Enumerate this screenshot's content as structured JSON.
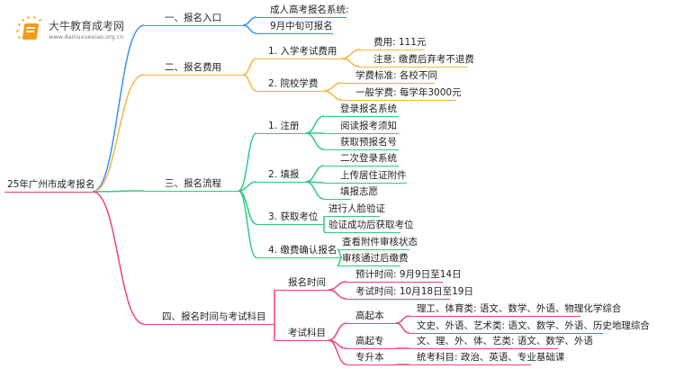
{
  "logo": {
    "name": "大牛教育成考网",
    "url": "www.daniuxuexiao.org.cn"
  },
  "colors": {
    "entry": "#3d8ef5",
    "fee": "#f5b53d",
    "process": "#2ecc80",
    "schedule": "#f0407f"
  },
  "root": "25年广州市成考报名",
  "branches": {
    "entry": {
      "label": "一、报名入口",
      "items": [
        "成人高考报名系统:",
        "9月中旬可报名"
      ]
    },
    "fee": {
      "label": "二、报名费用",
      "exam_fee": {
        "label": "1. 入学考试费用",
        "items": [
          "费用: 111元",
          "注意: 缴费后弃考不退费"
        ]
      },
      "tuition": {
        "label": "2. 院校学费",
        "items": [
          "学费标准: 各校不同",
          "一般学费: 每学年3000元"
        ]
      }
    },
    "process": {
      "label": "三、报名流程",
      "steps": [
        {
          "label": "1. 注册",
          "items": [
            "登录报名系统",
            "阅读报考须知",
            "获取预报名号"
          ]
        },
        {
          "label": "2. 填报",
          "items": [
            "二次登录系统",
            "上传居住证附件",
            "填报志愿"
          ]
        },
        {
          "label": "3. 获取考位",
          "items": [
            "进行人脸验证",
            "验证成功后获取考位"
          ]
        },
        {
          "label": "4. 缴费确认报名",
          "items": [
            "查看附件审核状态",
            "审核通过后缴费"
          ]
        }
      ]
    },
    "schedule": {
      "label": "四、报名时间与考试科目",
      "time": {
        "label": "报名时间",
        "items": [
          "预计时间: 9月9日至14日",
          "考试时间: 10月18日至19日"
        ]
      },
      "subjects": {
        "label": "考试科目",
        "levels": [
          {
            "label": "高起本",
            "items": [
              "理工、体育类: 语文、数学、外语、物理化学综合",
              "文史、外语、艺术类: 语文、数学、外语、历史地理综合"
            ]
          },
          {
            "label": "高起专",
            "items": [
              "文、理、外、体、艺类: 语文、数学、外语"
            ]
          },
          {
            "label": "专升本",
            "items": [
              "统考科目: 政治、英语、专业基础课"
            ]
          }
        ]
      }
    }
  }
}
